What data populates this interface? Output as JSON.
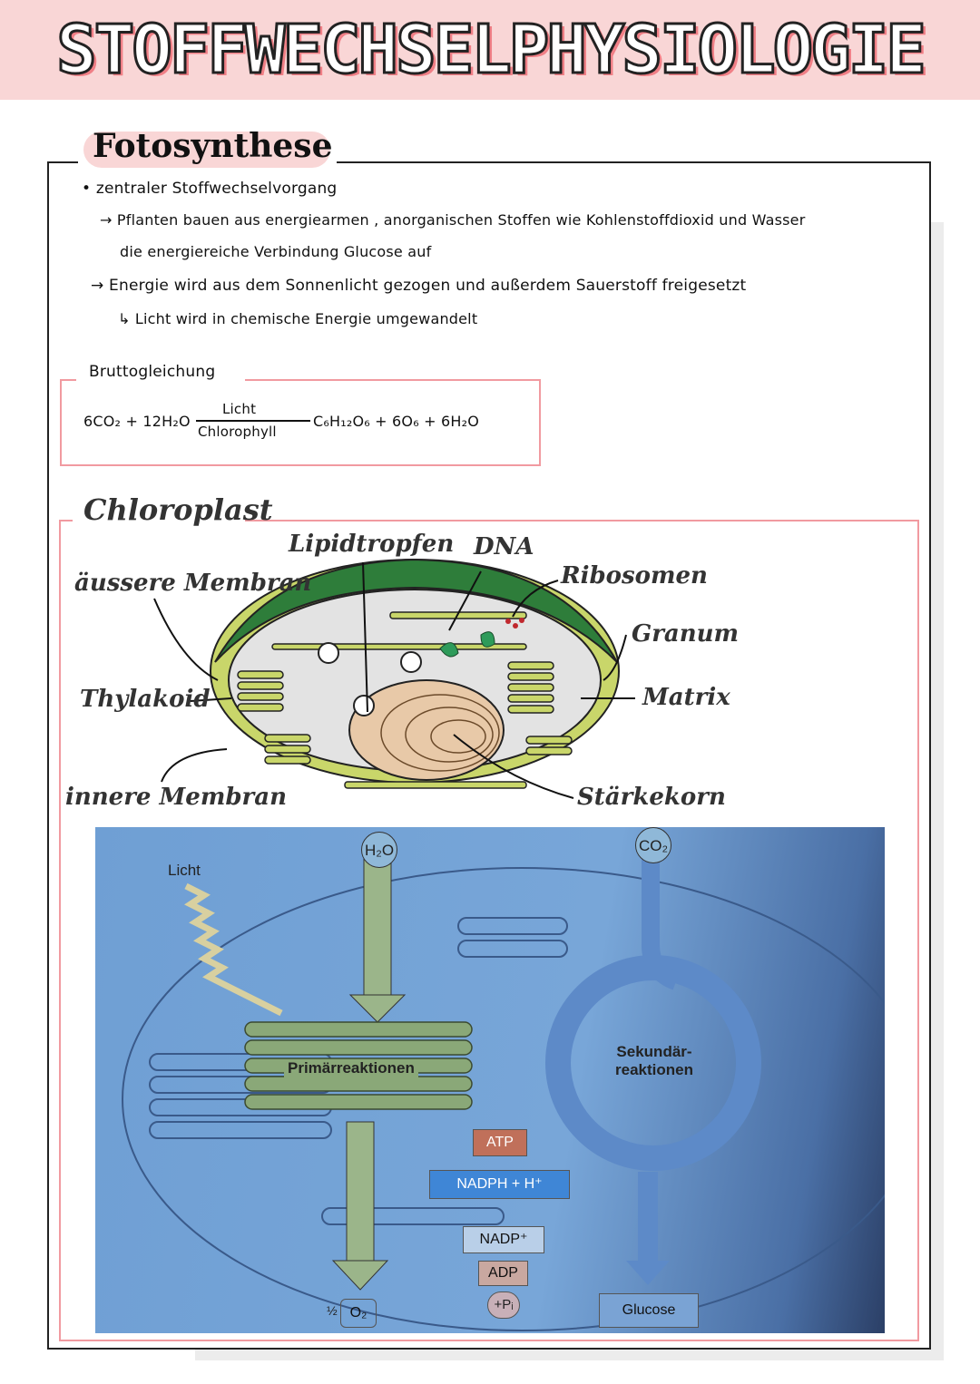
{
  "header": {
    "title": "STOFFWECHSELPHYSIOLOGIE"
  },
  "fotosynthese": {
    "title": "Fotosynthese",
    "lines": [
      "• zentraler Stoffwechselvorgang",
      "→ Pflanten bauen aus energiearmen , anorganischen Stoffen wie Kohlenstoffdioxid und Wasser",
      "die energiereiche Verbindung Glucose auf",
      "→ Energie wird aus dem Sonnenlicht gezogen und außerdem Sauerstoff freigesetzt",
      "↳ Licht wird in chemische Energie umgewandelt"
    ],
    "equation": {
      "title": "Bruttogleichung",
      "left": "6CO₂ + 12H₂O",
      "above": "Licht",
      "below": "Chlorophyll",
      "right": "C₆H₁₂O₆ + 6O₆ + 6H₂O"
    }
  },
  "chloroplast": {
    "title": "Chloroplast",
    "labels": {
      "lipid": "Lipidtropfen",
      "dna": "DNA",
      "ribosomen": "Ribosomen",
      "aussere": "äussere Membran",
      "granum": "Granum",
      "thylakoid": "Thylakoid",
      "matrix": "Matrix",
      "innere": "innere Membran",
      "starke": "Stärkekorn"
    },
    "colors": {
      "outer": "#2e7d3a",
      "stroma": "#e3e3e3",
      "thylakoid": "#c9d66a",
      "starch": "#e8c9a8"
    }
  },
  "photo": {
    "h2o": "H₂O",
    "co2": "CO₂",
    "licht": "Licht",
    "nadp": "NADP⁺",
    "adp": "ADP",
    "pi": "+Pᵢ",
    "primaer": "Primärreaktionen",
    "sekundaer1": "Sekundär-",
    "sekundaer2": "reaktionen",
    "atp": "ATP",
    "nadph": "NADPH + H⁺",
    "o2_frac": "½",
    "o2": "O₂",
    "glucose": "Glucose"
  }
}
